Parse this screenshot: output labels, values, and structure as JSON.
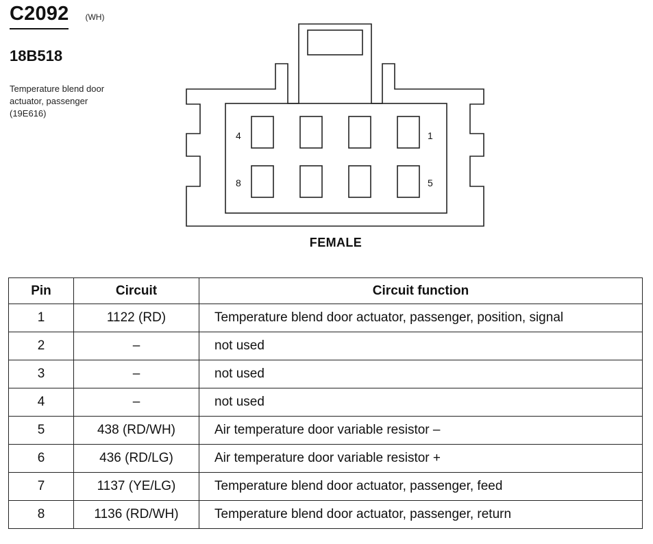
{
  "header": {
    "connector_id": "C2092",
    "color_code": "(WH)",
    "part_number": "18B518",
    "component_description": "Temperature blend door actuator, passenger (19E616)"
  },
  "connector_view": {
    "pin_labels": {
      "top_left": "4",
      "top_right": "1",
      "bottom_left": "8",
      "bottom_right": "5"
    },
    "gender": "FEMALE"
  },
  "table": {
    "headers": {
      "pin": "Pin",
      "circuit": "Circuit",
      "function": "Circuit function"
    },
    "rows": [
      {
        "pin": "1",
        "circuit": "1122 (RD)",
        "function": "Temperature blend door actuator, passenger, position, signal"
      },
      {
        "pin": "2",
        "circuit": "–",
        "function": "not used"
      },
      {
        "pin": "3",
        "circuit": "–",
        "function": "not used"
      },
      {
        "pin": "4",
        "circuit": "–",
        "function": "not used"
      },
      {
        "pin": "5",
        "circuit": "438 (RD/WH)",
        "function": "Air temperature door variable resistor –"
      },
      {
        "pin": "6",
        "circuit": "436 (RD/LG)",
        "function": "Air temperature door variable resistor +"
      },
      {
        "pin": "7",
        "circuit": "1137 (YE/LG)",
        "function": "Temperature blend door actuator, passenger, feed"
      },
      {
        "pin": "8",
        "circuit": "1136 (RD/WH)",
        "function": "Temperature blend door actuator, passenger, return"
      }
    ]
  }
}
